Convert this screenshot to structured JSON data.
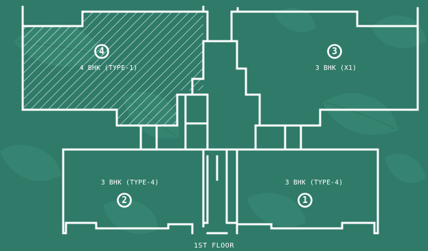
{
  "floor_label": "1ST FLOOR",
  "colors": {
    "background": "#2f7a68",
    "line": "#ffffff",
    "leaf": "#3a8c78",
    "highlight_hatch": "#ffffff"
  },
  "units": [
    {
      "number": "4",
      "type": "4 BHK (TYPE-1)",
      "highlighted": true
    },
    {
      "number": "3",
      "type": "3 BHK (X1)",
      "highlighted": false
    },
    {
      "number": "2",
      "type": "3 BHK (TYPE-4)",
      "highlighted": false
    },
    {
      "number": "1",
      "type": "3 BHK (TYPE-4)",
      "highlighted": false
    }
  ]
}
